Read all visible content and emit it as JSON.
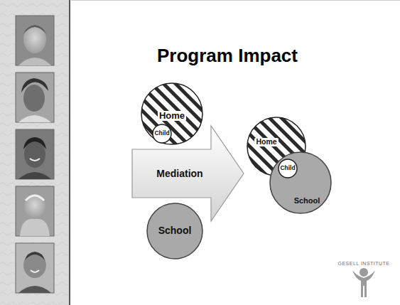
{
  "diagram": {
    "title": "Program Impact",
    "nodes": [
      {
        "text": [
          "Home"
        ]
      },
      {
        "text": [
          "Child"
        ],
        "in": 0
      },
      {
        "text": [
          "Mediation"
        ]
      },
      {
        "text": [
          "School"
        ]
      },
      {
        "text": [
          "Home"
        ]
      },
      {
        "text": [
          "Child"
        ]
      },
      {
        "text": [
          "School"
        ]
      }
    ],
    "labels": [
      "GESELL INSTITUTE"
    ]
  }
}
